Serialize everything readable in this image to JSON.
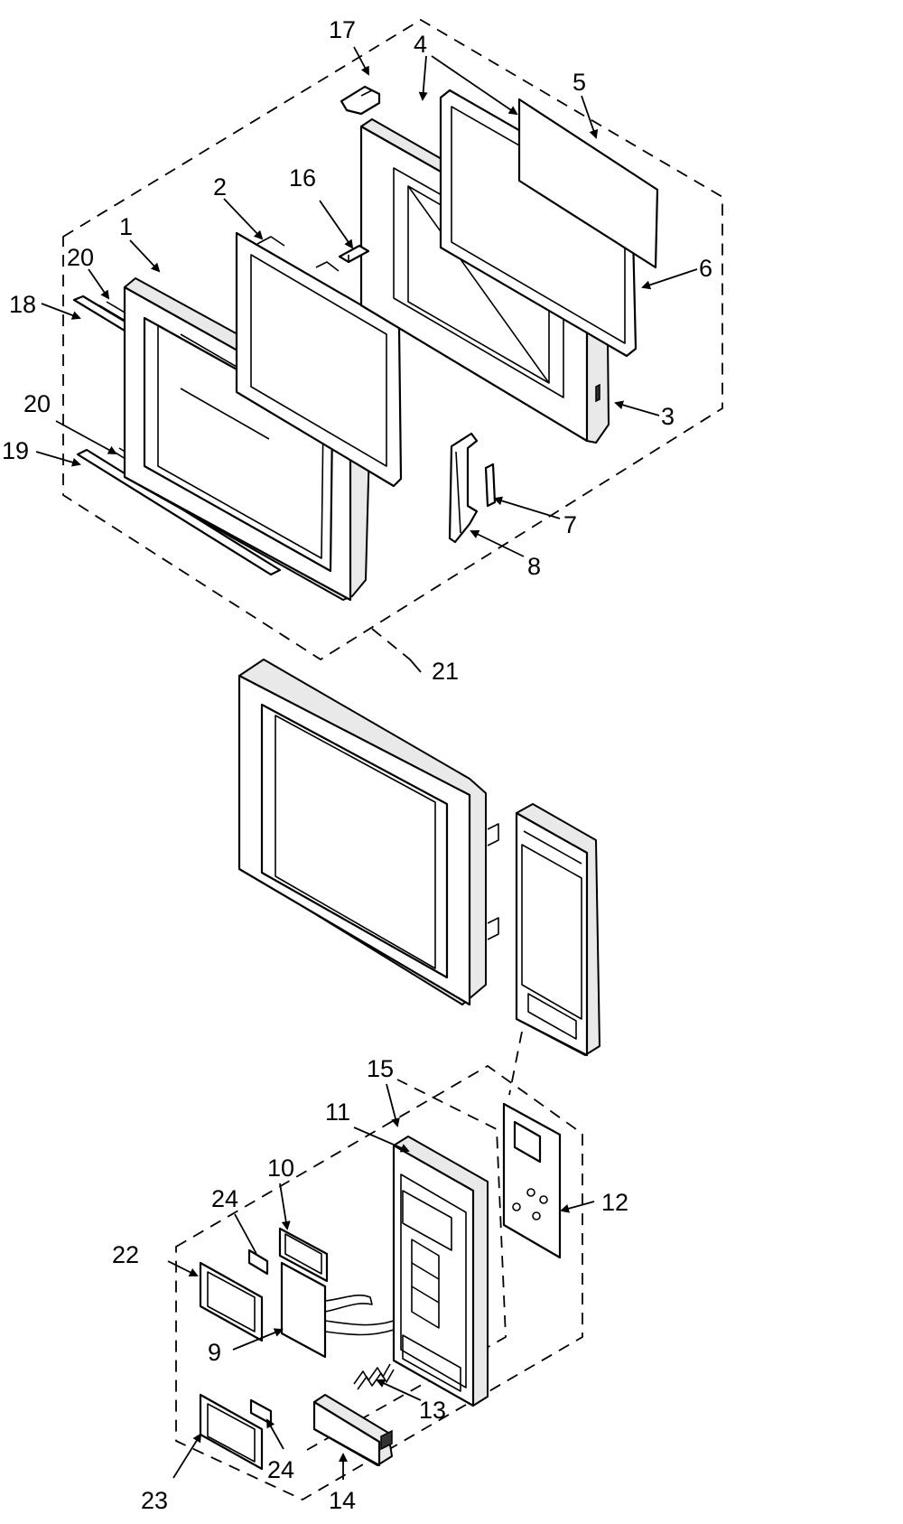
{
  "diagram": {
    "callouts": [
      {
        "id": "c1",
        "label": "1"
      },
      {
        "id": "c2",
        "label": "2"
      },
      {
        "id": "c3",
        "label": "3"
      },
      {
        "id": "c4",
        "label": "4"
      },
      {
        "id": "c5",
        "label": "5"
      },
      {
        "id": "c6",
        "label": "6"
      },
      {
        "id": "c7",
        "label": "7"
      },
      {
        "id": "c8",
        "label": "8"
      },
      {
        "id": "c9",
        "label": "9"
      },
      {
        "id": "c10",
        "label": "10"
      },
      {
        "id": "c11",
        "label": "11"
      },
      {
        "id": "c12",
        "label": "12"
      },
      {
        "id": "c13",
        "label": "13"
      },
      {
        "id": "c14",
        "label": "14"
      },
      {
        "id": "c15",
        "label": "15"
      },
      {
        "id": "c16",
        "label": "16"
      },
      {
        "id": "c17",
        "label": "17"
      },
      {
        "id": "c18",
        "label": "18"
      },
      {
        "id": "c19",
        "label": "19"
      },
      {
        "id": "c20a",
        "label": "20"
      },
      {
        "id": "c20b",
        "label": "20"
      },
      {
        "id": "c21",
        "label": "21"
      },
      {
        "id": "c22",
        "label": "22"
      },
      {
        "id": "c23",
        "label": "23"
      },
      {
        "id": "c24a",
        "label": "24"
      },
      {
        "id": "c24b",
        "label": "24"
      }
    ]
  }
}
